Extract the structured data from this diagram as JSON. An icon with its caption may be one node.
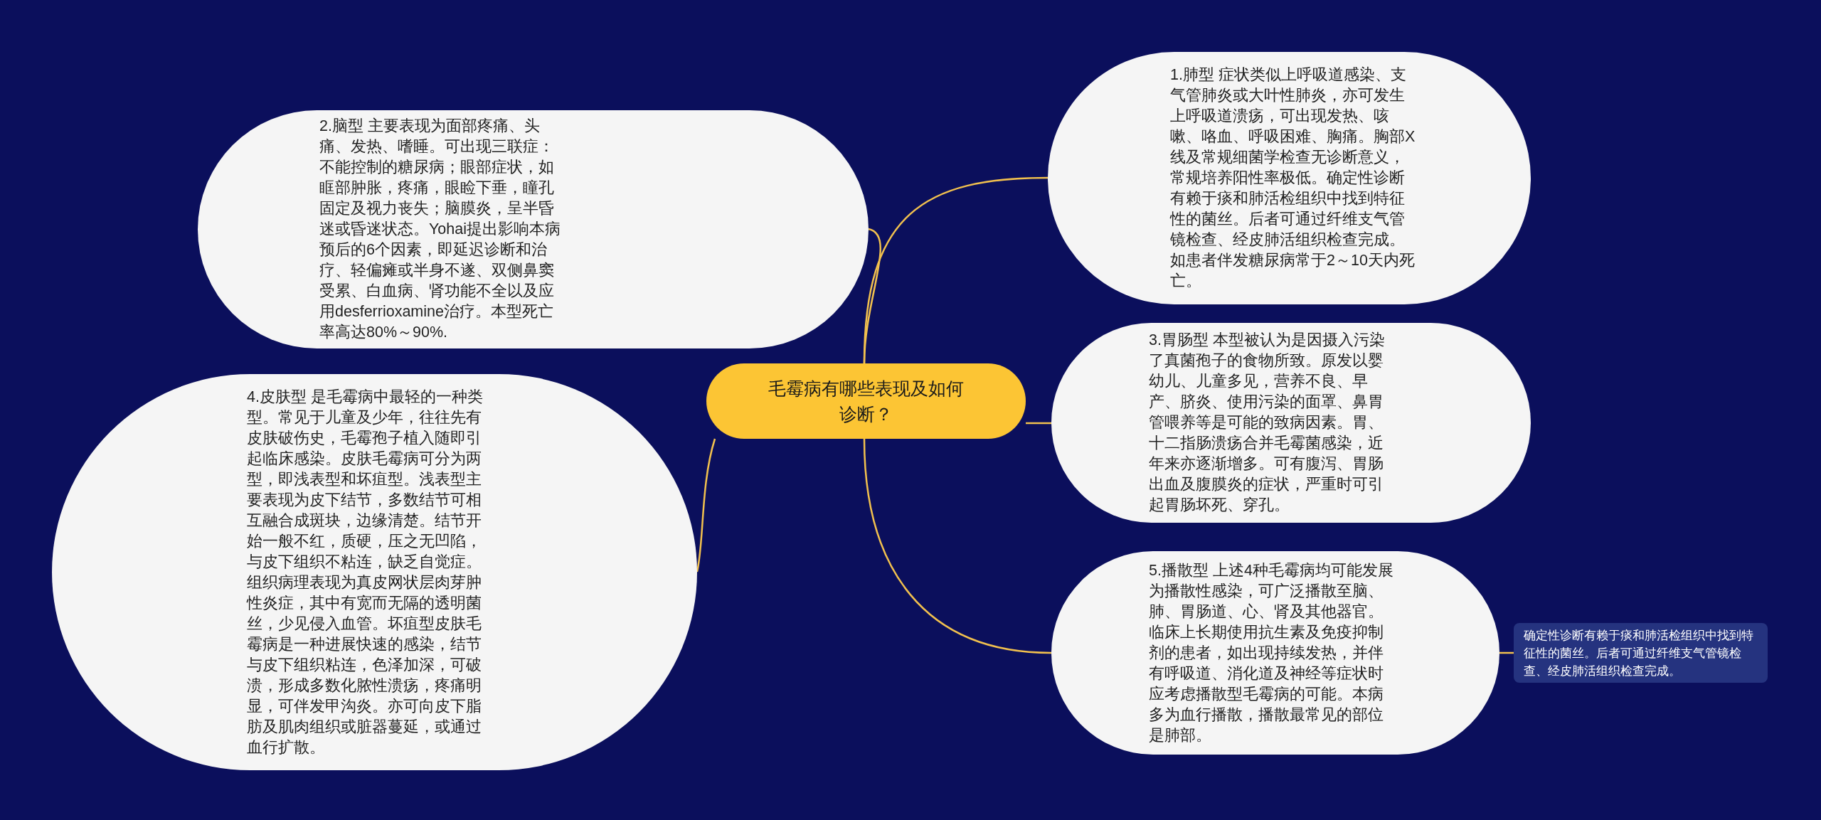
{
  "diagram": {
    "nodes": [
      {
        "text": [
          "毛霉病有哪些表现及如何诊断？"
        ]
      },
      {
        "text": [
          "1.肺型 症状类似上呼吸道感染、支气管肺炎或大叶性肺炎，亦可发生上呼吸道溃疡，可出现发热、咳嗽、咯血、呼吸困难、胸痛。胸部X线及常规细菌学检查无诊断意义，常规培养阳性率极低。确定性诊断有赖于痰和肺活检组织中找到特征性的菌丝。后者可通过纤维支气管镜检查、经皮肺活组织检查完成。如患者伴发糖尿病常于2～10天内死亡。"
        ]
      },
      {
        "text": [
          "2.脑型 主要表现为面部疼痛、头痛、发热、嗜睡。可出现三联症：不能控制的糖尿病；眼部症状，如眶部肿胀，疼痛，眼睑下垂，瞳孔固定及视力丧失；脑膜炎，呈半昏迷或昏迷状态。Yohai提出影响本病预后的6个因素，即延迟诊断和治疗、轻偏瘫或半身不遂、双侧鼻窦受累、白血病、肾功能不全以及应用desferrioxamine治疗。本型死亡率高达80%～90%."
        ]
      },
      {
        "text": [
          "3.胃肠型 本型被认为是因摄入污染了真菌孢子的食物所致。原发以婴幼儿、儿童多见，营养不良、早产、脐炎、使用污染的面罩、鼻胃管喂养等是可能的致病因素。胃、十二指肠溃疡合并毛霉菌感染，近年来亦逐渐增多。可有腹泻、胃肠出血及腹膜炎的症状，严重时可引起胃肠坏死、穿孔。"
        ]
      },
      {
        "text": [
          "4.皮肤型 是毛霉病中最轻的一种类型。常见于儿童及少年，往往先有皮肤破伤史，毛霉孢子植入随即引起临床感染。皮肤毛霉病可分为两型，即浅表型和坏疽型。浅表型主要表现为皮下结节，多数结节可相互融合成斑块，边缘清楚。结节开始一般不红，质硬，压之无凹陷，与皮下组织不粘连，缺乏自觉症。组织病理表现为真皮网状层肉芽肿性炎症，其中有宽而无隔的透明菌丝，少见侵入血管。坏疽型皮肤毛霉病是一种进展快速的感染，结节与皮下组织粘连，色泽加深，可破溃，形成多数化脓性溃疡，疼痛明显，可伴发甲沟炎。亦可向皮下脂肪及肌肉组织或脏器蔓延，或通过血行扩散。"
        ]
      },
      {
        "text": [
          "5.播散型 上述4种毛霉病均可能发展为播散性感染，可广泛播散至脑、肺、胃肠道、心、肾及其他器官。临床上长期使用抗生素及免疫抑制剂的患者，如出现持续发热，并伴有呼吸道、消化道及神经等症状时应考虑播散型毛霉病的可能。本病多为血行播散，播散最常见的部位是肺部。"
        ]
      },
      {
        "text": [
          "确定性诊断有赖于痰和肺活检组织中找到特征性的菌丝。后者可通过纤维支气管镜检查、经皮肺活组织检查完成。"
        ]
      }
    ],
    "edges": [
      {
        "from": 0,
        "to": 1,
        "arrow": "none"
      },
      {
        "from": 0,
        "to": 2,
        "arrow": "none"
      },
      {
        "from": 0,
        "to": 3,
        "arrow": "none"
      },
      {
        "from": 0,
        "to": 4,
        "arrow": "none"
      },
      {
        "from": 0,
        "to": 5,
        "arrow": "none"
      },
      {
        "from": 5,
        "to": 6,
        "arrow": "none"
      }
    ]
  }
}
